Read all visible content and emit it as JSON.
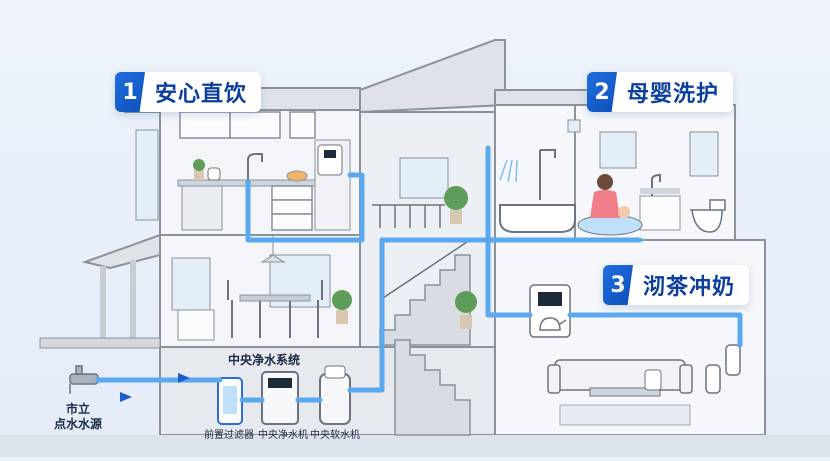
{
  "tags": [
    {
      "num": "1",
      "text": "安心直饮"
    },
    {
      "num": "2",
      "text": "母婴洗护"
    },
    {
      "num": "3",
      "text": "沏茶冲奶"
    }
  ],
  "system_title": "中央净水系统",
  "devices": {
    "prefilter": "前置过滤器",
    "purifier": "中央净水机",
    "softener": "中央软水机"
  },
  "source": {
    "line1": "市立",
    "line2": "点水水源"
  },
  "colors": {
    "pipe": "#5aa9ee",
    "accent": "#1a5fd0",
    "wall": "#8c949e"
  }
}
